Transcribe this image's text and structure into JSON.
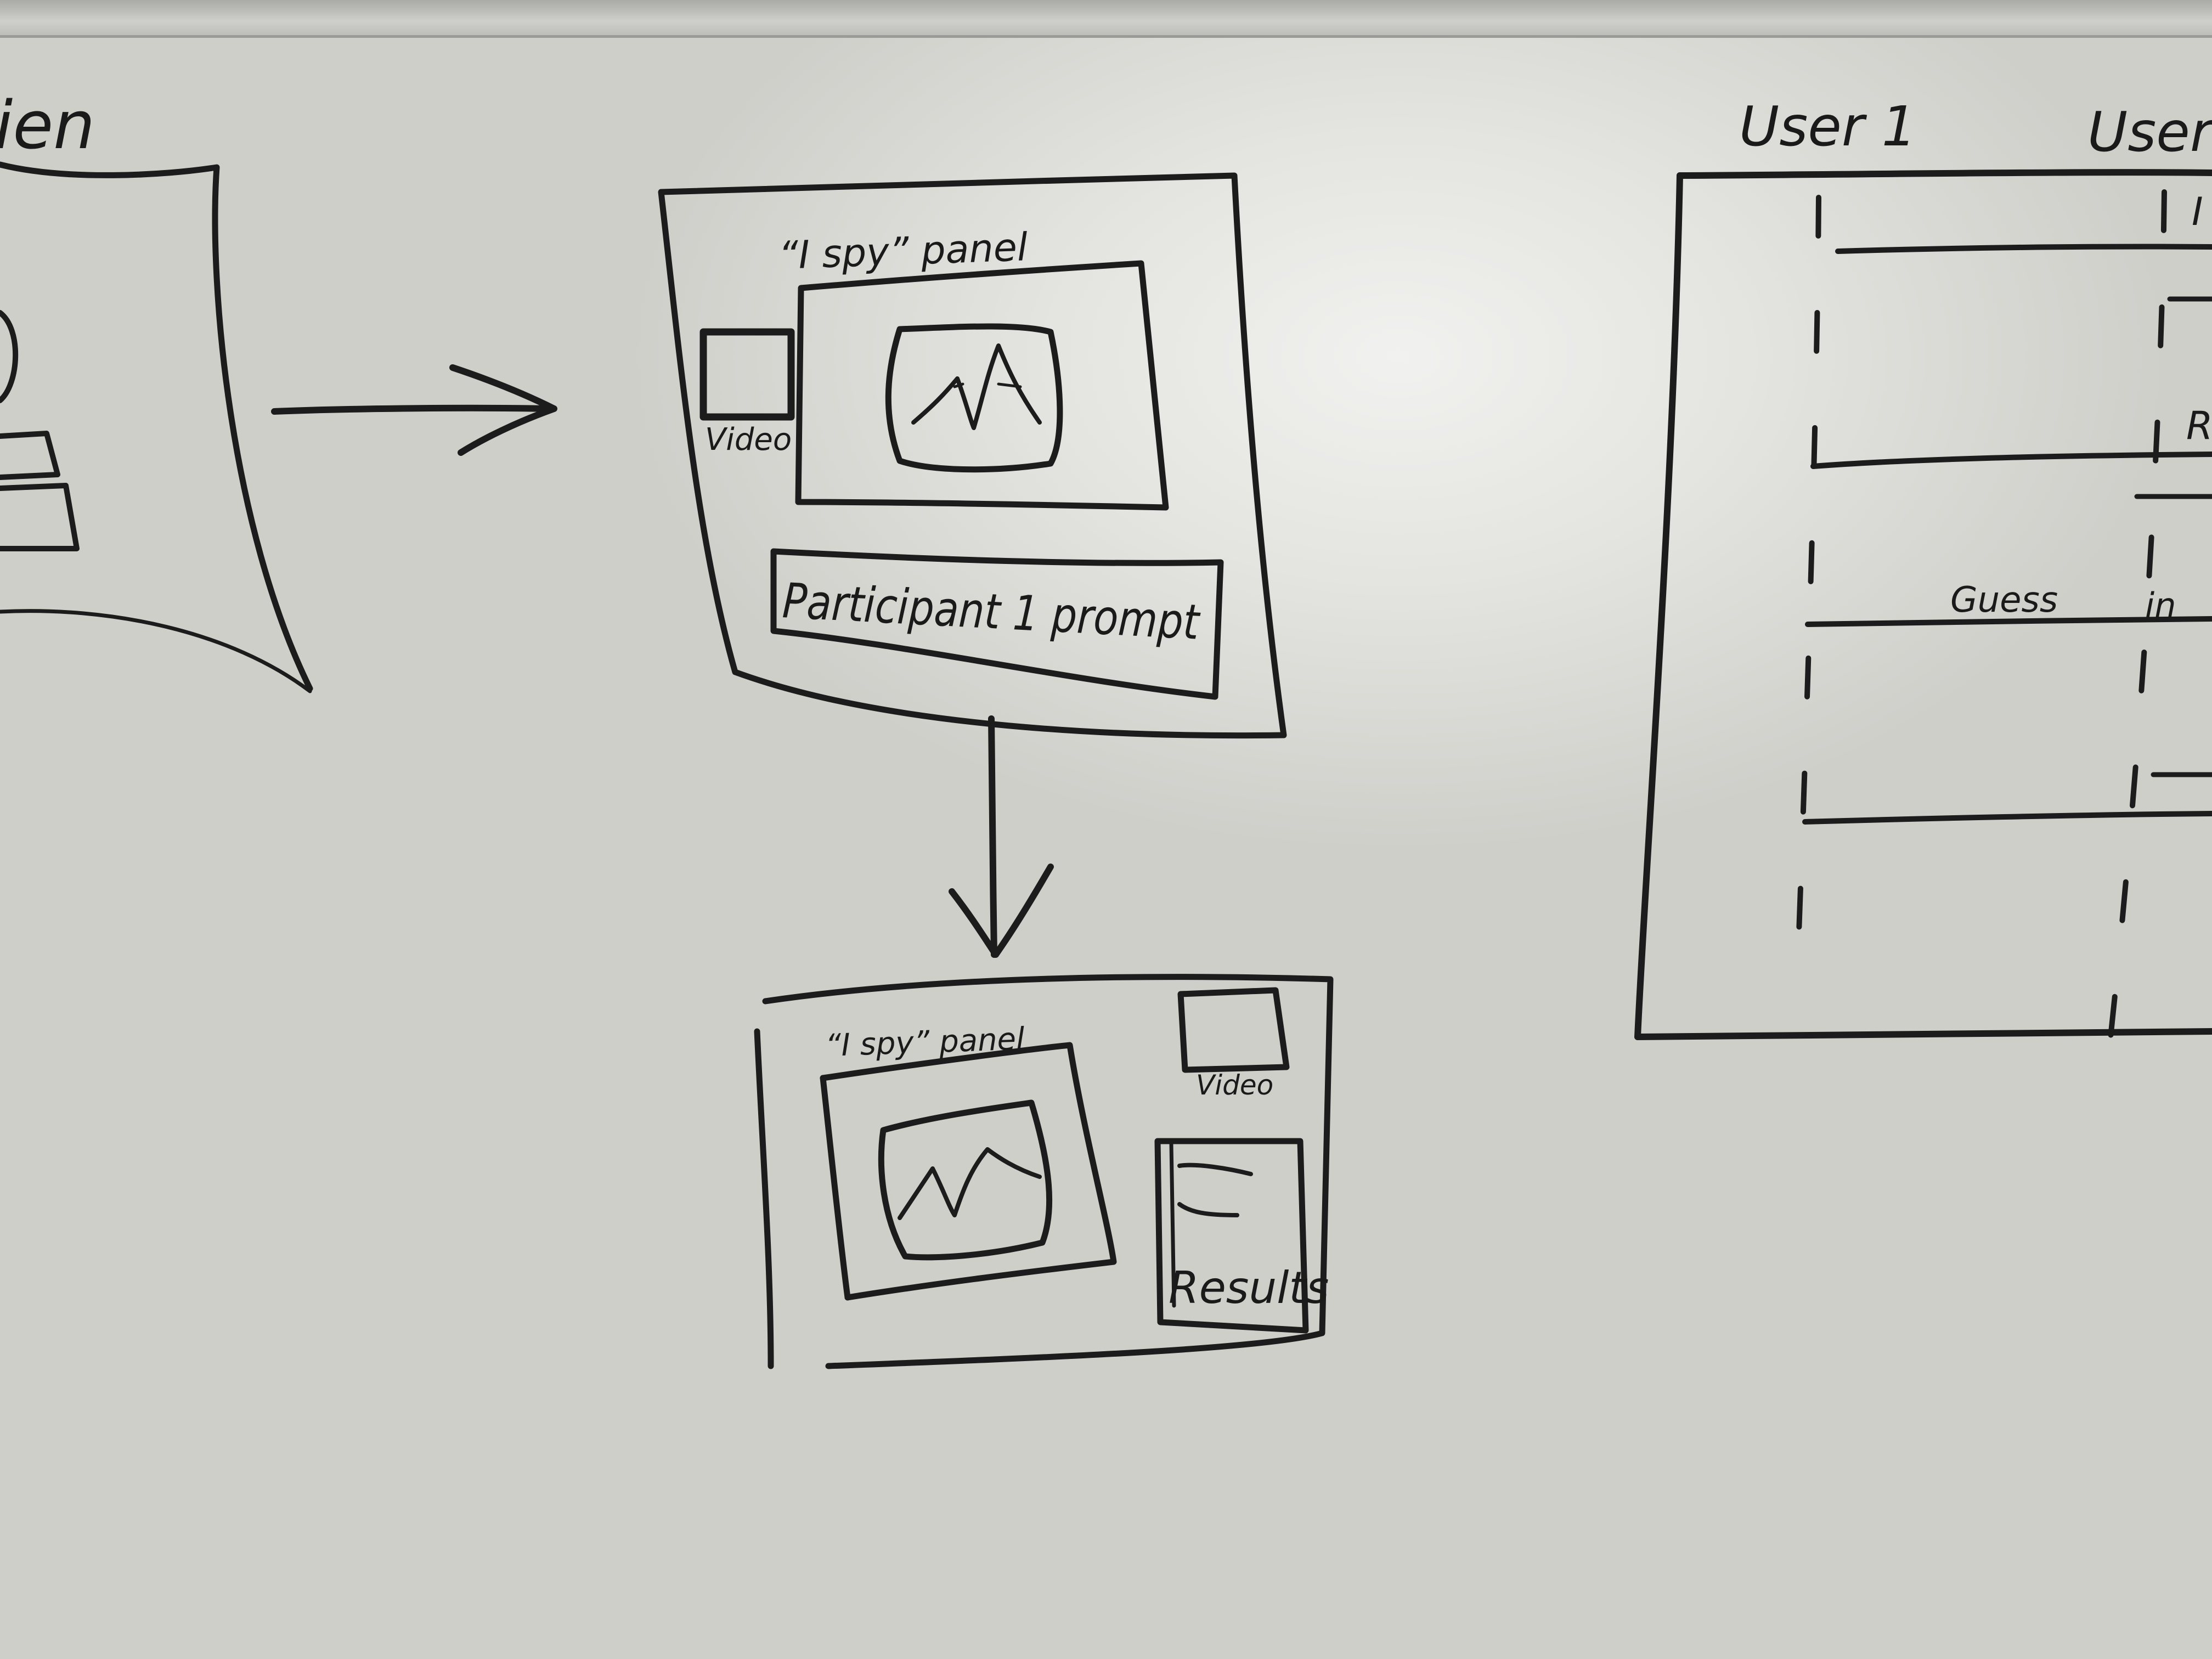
{
  "sketch_left": {
    "cut_off_title": "ien"
  },
  "ispy_panel_1": {
    "title": "“I spy” panel",
    "video_label": "Video",
    "prompt_label": "Participant 1 prompt"
  },
  "ispy_panel_2": {
    "title": "“I spy” panel",
    "video_label": "Video",
    "results_label": "Results"
  },
  "sequence": {
    "user_1": "User 1",
    "user_2": "User",
    "guess_label": "Guess",
    "in_label": "in",
    "cut_label_1": "I",
    "cut_label_2": "R"
  }
}
